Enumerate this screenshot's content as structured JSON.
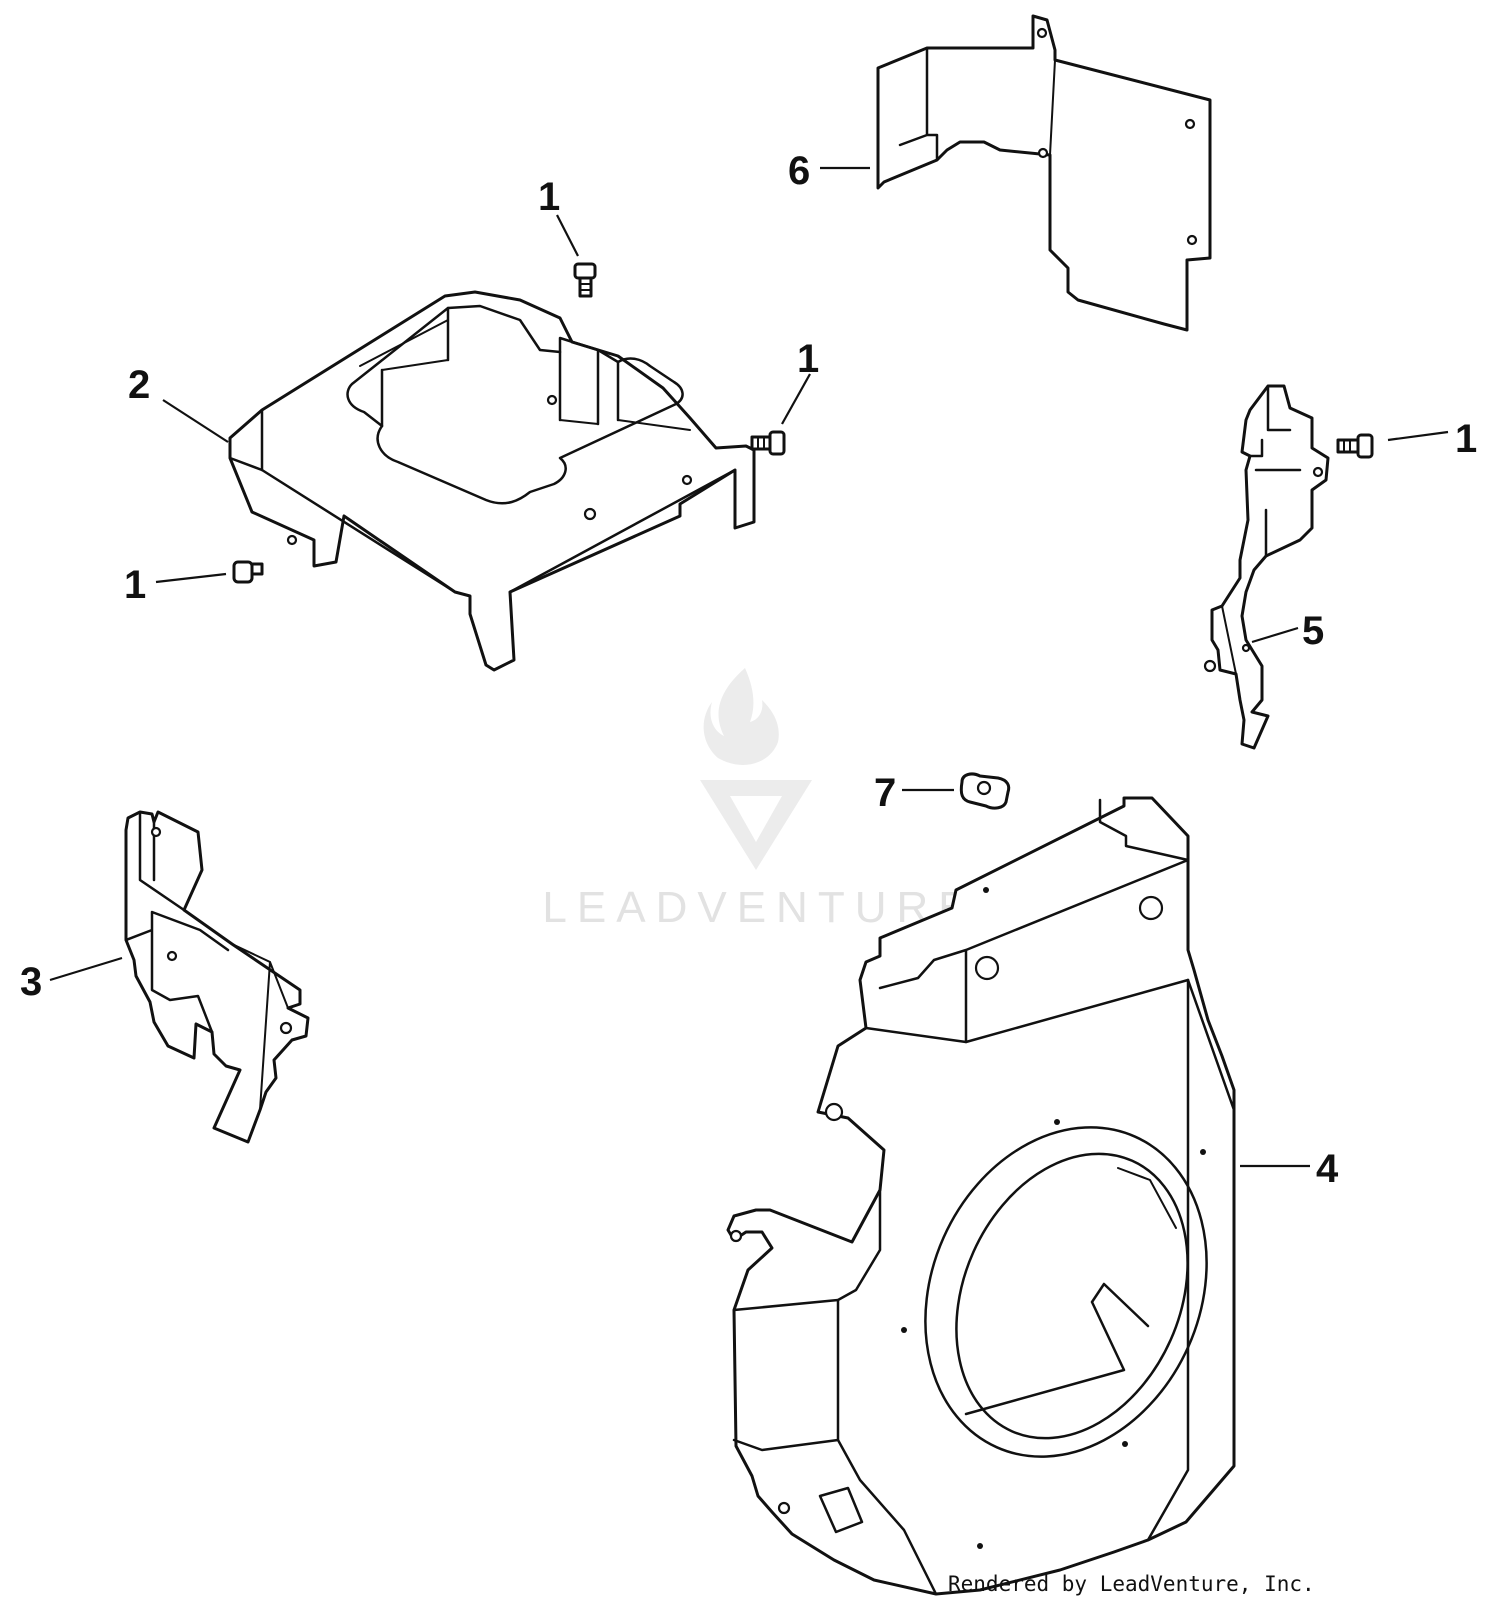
{
  "diagram": {
    "callouts": {
      "bolt_top": "1",
      "bolt_right_of_shroud": "1",
      "bolt_left_of_shroud": "1",
      "bolt_far_right": "1",
      "cylinder_shroud": "2",
      "left_baffle": "3",
      "blower_housing": "4",
      "right_baffle": "5",
      "top_baffle": "6",
      "grommet": "7"
    },
    "watermark": "LEADVENTURE",
    "credit": "Rendered by LeadVenture, Inc."
  }
}
